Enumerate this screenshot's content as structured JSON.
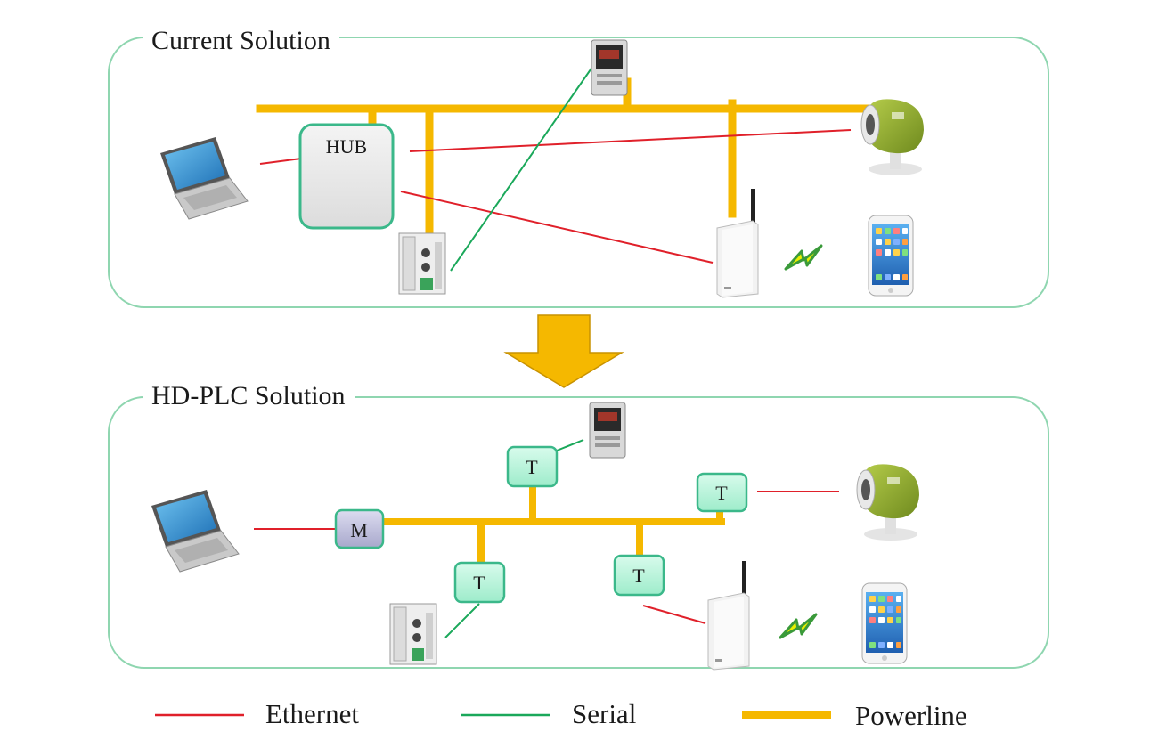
{
  "panels": {
    "current": {
      "title": "Current Solution",
      "hub_label": "HUB"
    },
    "hdplc": {
      "title": "HD-PLC Solution",
      "master_label": "M",
      "terminal_label": "T"
    }
  },
  "legend": {
    "ethernet": "Ethernet",
    "serial": "Serial",
    "powerline": "Powerline"
  },
  "colors": {
    "ethernet": "#e0202a",
    "serial": "#1aa85a",
    "powerline": "#f5b800",
    "panel_border": "#8fd6b0",
    "terminal_fill": "#b8f5dc",
    "terminal_border": "#3bb88a",
    "master_fill": "#c4c4e0",
    "arrow": "#f5b800"
  },
  "icons": [
    "laptop-icon",
    "controller-icon",
    "plc-module-icon",
    "camera-icon",
    "router-icon",
    "smartphone-icon",
    "wireless-icon"
  ]
}
